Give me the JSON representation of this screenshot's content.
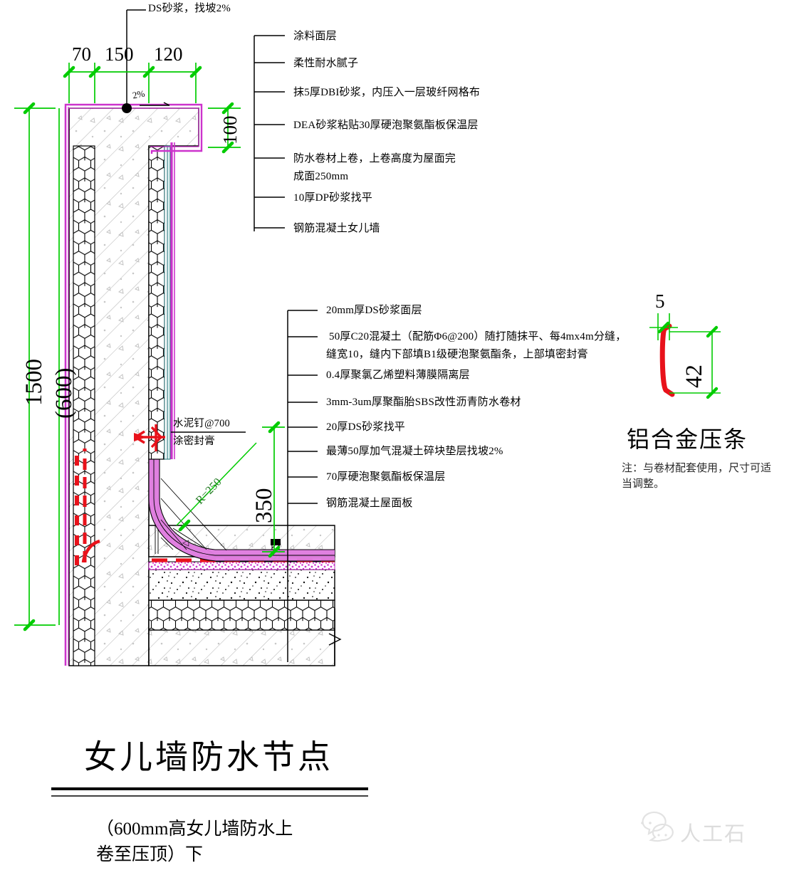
{
  "drawing": {
    "title": "女儿墙防水节点",
    "subtitle_line1": "（600mm高女儿墙防水上",
    "subtitle_line2": "卷至压顶）下"
  },
  "top_note": "DS砂浆，找坡2%",
  "slope_mark": "2%",
  "top_dimensions": {
    "d70": "70",
    "d150": "150",
    "d120": "120",
    "d100": "100"
  },
  "left_dimensions": {
    "total": "1500",
    "parapet": "(600)"
  },
  "corner_dimensions": {
    "radius": "R=250",
    "height": "350"
  },
  "corner_note": {
    "line1": "水泥钉@700",
    "line2": "涂密封膏"
  },
  "upper_layers": [
    "涂料面层",
    "柔性耐水腻子",
    "抹5厚DBI砂浆，内压入一层玻纤网格布",
    "DEA砂浆粘贴30厚硬泡聚氨酯板保温层",
    "防水卷材上卷，上卷高度为屋面完",
    "成面250mm",
    "10厚DP砂浆找平",
    "钢筋混凝土女儿墙"
  ],
  "upper_layer_rows": [
    {
      "text": "涂料面层",
      "second": ""
    },
    {
      "text": "柔性耐水腻子",
      "second": ""
    },
    {
      "text": "抹5厚DBI砂浆，内压入一层玻纤网格布",
      "second": ""
    },
    {
      "text": "DEA砂浆粘贴30厚硬泡聚氨酯板保温层",
      "second": ""
    },
    {
      "text": "防水卷材上卷，上卷高度为屋面完",
      "second": "成面250mm"
    },
    {
      "text": "10厚DP砂浆找平",
      "second": ""
    },
    {
      "text": "钢筋混凝土女儿墙",
      "second": ""
    }
  ],
  "roof_layer_rows": [
    {
      "text": "20mm厚DS砂浆面层",
      "second": ""
    },
    {
      "text": "50厚C20混凝土（配筋Φ6@200）随打随抹平、每4mx4m分缝，",
      "second": "缝宽10，缝内下部填B1级硬泡聚氨酯条，上部填密封膏"
    },
    {
      "text": "0.4厚聚氯乙烯塑料薄膜隔离层",
      "second": ""
    },
    {
      "text": "3mm-3um厚聚酯胎SBS改性沥青防水卷材",
      "second": ""
    },
    {
      "text": "20厚DS砂浆找平",
      "second": ""
    },
    {
      "text": "最薄50厚加气混凝土碎块垫层找坡2%",
      "second": ""
    },
    {
      "text": "70厚硬泡聚氨酯板保温层",
      "second": ""
    },
    {
      "text": "钢筋混凝土屋面板",
      "second": ""
    }
  ],
  "aluminum_detail": {
    "title": "铝合金压条",
    "dim_width": "5",
    "dim_height": "42",
    "note_line1": "注：与卷材配套使用，尺寸可适",
    "note_line2": "当调整。"
  },
  "watermark": {
    "text": "人工石"
  },
  "colors": {
    "dimension_green": "#00cc00",
    "waterproof_red": "#e8121b",
    "membrane_magenta": "#cc33cc",
    "outline_black": "#000000",
    "concrete_grey": "#d9d9d9",
    "insulation_fill": "#ffffff"
  }
}
